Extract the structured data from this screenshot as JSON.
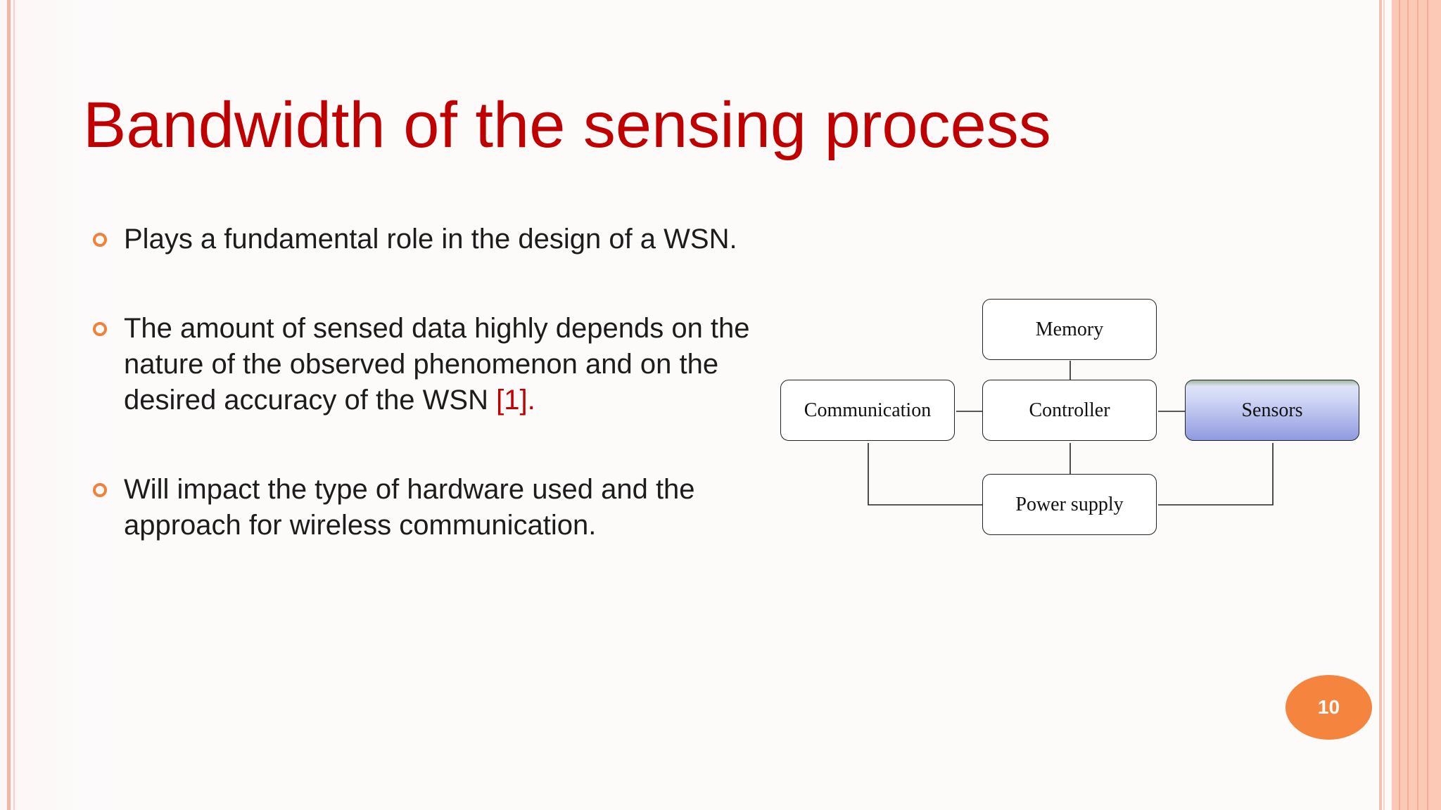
{
  "slide": {
    "title": "Bandwidth of the sensing process",
    "bullets": [
      {
        "text": "Plays a fundamental role in the design of a WSN.",
        "ref": ""
      },
      {
        "text": "The amount of sensed data highly depends on the nature of the observed phenomenon and on the desired accuracy of the WSN ",
        "ref": "[1]."
      },
      {
        "text": "Will impact the type of hardware used and the approach for wireless communication.",
        "ref": ""
      }
    ],
    "page_number": "10"
  },
  "diagram": {
    "memory": "Memory",
    "communication": "Communication",
    "controller": "Controller",
    "sensors": "Sensors",
    "power_supply": "Power supply"
  },
  "colors": {
    "title": "#c00000",
    "bullet_marker": "#f0803a",
    "page_badge": "#f5843e",
    "right_panel": "#fbc9b6"
  }
}
